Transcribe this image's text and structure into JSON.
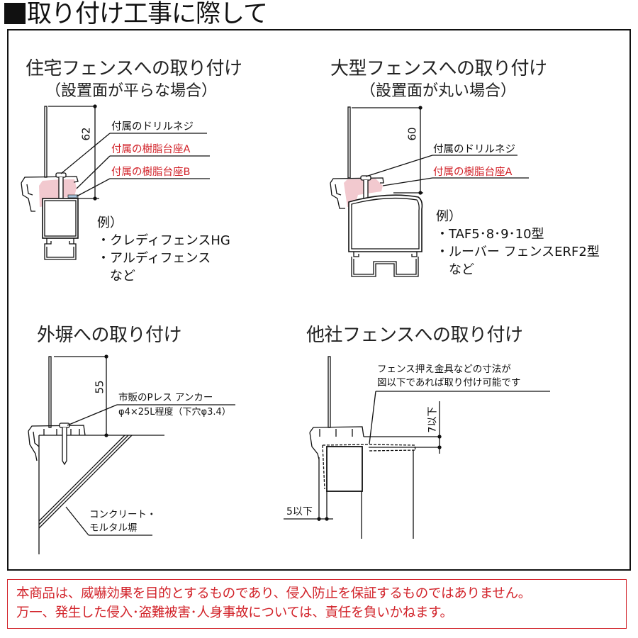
{
  "page_title": "取り付け工事に際して",
  "sections": {
    "residential": {
      "heading": "住宅フェンスへの取り付け",
      "subheading": "（設置面が平らな場合）",
      "dimension": "62",
      "callouts": [
        {
          "text": "付属のドリルネジ",
          "color": "#111111"
        },
        {
          "text": "付属の樹脂台座A",
          "color": "#d2232a"
        },
        {
          "text": "付属の樹脂台座B",
          "color": "#d2232a"
        }
      ],
      "examples_label": "例）",
      "examples": [
        "・クレディフェンスHG",
        "・アルディフェンス"
      ],
      "examples_suffix": "など"
    },
    "large": {
      "heading": "大型フェンスへの取り付け",
      "subheading": "（設置面が丸い場合）",
      "dimension": "60",
      "callouts": [
        {
          "text": "付属のドリルネジ",
          "color": "#111111"
        },
        {
          "text": "付属の樹脂台座A",
          "color": "#d2232a"
        }
      ],
      "examples_label": "例）",
      "examples": [
        "・TAF5･8･9･10型",
        "・ルーバー フェンスERF2型"
      ],
      "examples_suffix": "など"
    },
    "wall": {
      "heading": "外塀への取り付け",
      "dimension": "55",
      "anchor_line1": "市販のPレス アンカー",
      "anchor_line2": "φ4×25L程度（下穴φ3.4）",
      "wall_label_line1": "コンクリート・",
      "wall_label_line2": "モルタル塀"
    },
    "other": {
      "heading": "他社フェンスへの取り付け",
      "note_line1": "フェンス押え金具などの寸法が",
      "note_line2": "図以下であれば取り付け可能です",
      "dim_vertical": "7以下",
      "dim_horizontal": "5以下"
    }
  },
  "notice": {
    "line1": "本商品は、威嚇効果を目的とするものであり、侵入防止を保証するものではありません。",
    "line2": "万一、発生した侵入･盗難被害･人身事故については、責任を負いかねます。"
  },
  "colors": {
    "accent_red": "#d2232a",
    "resin_pink": "#f2c9cf",
    "resin_blue": "#a9c6e0"
  }
}
